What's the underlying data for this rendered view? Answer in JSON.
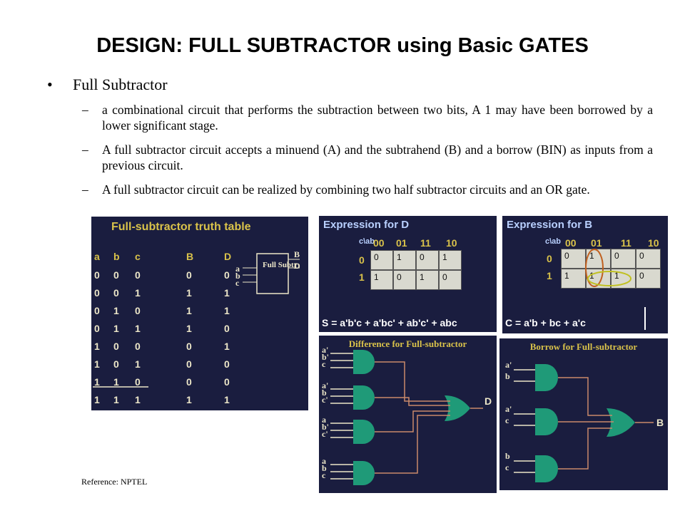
{
  "title": "DESIGN: FULL SUBTRACTOR using Basic GATES",
  "bullet": "Full Subtractor",
  "subpoints": [
    "a combinational circuit that performs the subtraction between two bits, A 1 may have been borrowed by a lower significant stage.",
    "A full subtractor circuit accepts a minuend (A) and the subtrahend (B) and a borrow (BIN) as inputs from a previous circuit.",
    "A full subtractor circuit can be realized by combining two half subtractor circuits and an OR gate."
  ],
  "reference": "Reference: NPTEL",
  "truth_table": {
    "title": "Full-subtractor truth table",
    "headers": [
      "a",
      "b",
      "c",
      "B",
      "D"
    ],
    "rows": [
      [
        "0",
        "0",
        "0",
        "0",
        "0"
      ],
      [
        "0",
        "0",
        "1",
        "1",
        "1"
      ],
      [
        "0",
        "1",
        "0",
        "1",
        "1"
      ],
      [
        "0",
        "1",
        "1",
        "1",
        "0"
      ],
      [
        "1",
        "0",
        "0",
        "0",
        "1"
      ],
      [
        "1",
        "0",
        "1",
        "0",
        "0"
      ],
      [
        "1",
        "1",
        "0",
        "0",
        "0"
      ],
      [
        "1",
        "1",
        "1",
        "1",
        "1"
      ]
    ],
    "block_label": "Full Subtr",
    "block_inputs": [
      "a",
      "b",
      "c"
    ],
    "block_outputs": [
      "B",
      "D"
    ]
  },
  "kmap_d": {
    "title": "Expression for D",
    "corner": "c\\ab",
    "cols": [
      "00",
      "01",
      "11",
      "10"
    ],
    "rows": [
      "0",
      "1"
    ],
    "cells": [
      [
        "0",
        "1",
        "0",
        "1"
      ],
      [
        "1",
        "0",
        "1",
        "0"
      ]
    ],
    "expression": "S = a'b'c + a'bc' + ab'c' + abc"
  },
  "kmap_b": {
    "title": "Expression for B",
    "corner": "c\\ab",
    "cols": [
      "00",
      "01",
      "11",
      "10"
    ],
    "rows": [
      "0",
      "1"
    ],
    "cells": [
      [
        "0",
        "1",
        "0",
        "0"
      ],
      [
        "1",
        "1",
        "1",
        "0"
      ]
    ],
    "expression": "C = a'b + bc + a'c"
  },
  "diff_circuit": {
    "title": "Difference for Full-subtractor",
    "inputs": [
      "a'",
      "b'",
      "c",
      "a'",
      "b",
      "c'",
      "a",
      "b'",
      "c'",
      "a",
      "b",
      "c"
    ],
    "output": "D"
  },
  "borrow_circuit": {
    "title": "Borrow for Full-subtractor",
    "inputs": [
      "a'",
      "b",
      "a'",
      "c",
      "b",
      "c"
    ],
    "output": "B"
  },
  "colors": {
    "panel_bg": "#1a1d3f",
    "gate_green": "#1f9a78",
    "wire": "#c98a6a",
    "label_yellow": "#d9c24a"
  }
}
